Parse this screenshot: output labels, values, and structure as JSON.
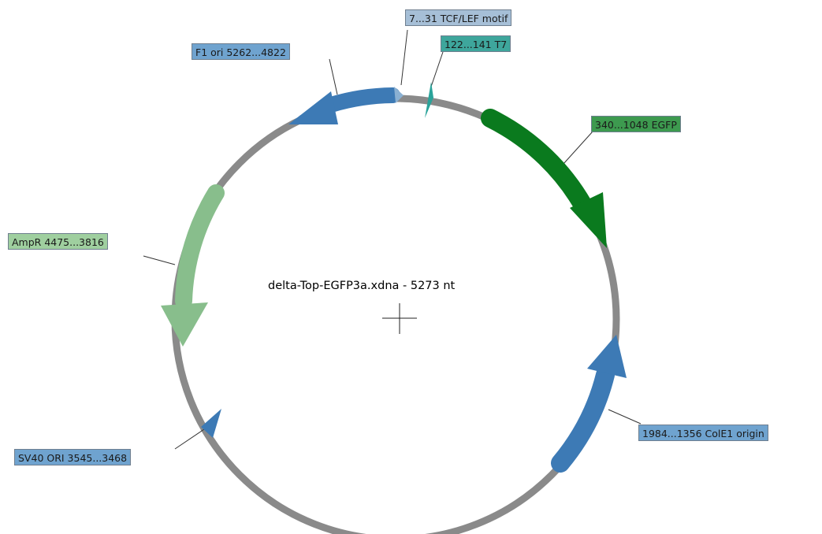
{
  "title": "delta-Top-EGFP3a.xdna - 5273 nt",
  "colors": {
    "backbone": "#8a8a8a",
    "egfp": "#0a7a1e",
    "colE1": "#3d7ab5",
    "ampR": "#88be8c",
    "f1ori": "#3d7ab5",
    "sv40": "#3d7ab5",
    "tcf": "#8ab0d2",
    "t7": "#2aa39a"
  },
  "features": [
    {
      "id": "tcf",
      "label": "7...31  TCF/LEF motif",
      "color_key": "tcf",
      "label_bg": "#a6bfd7"
    },
    {
      "id": "t7",
      "label": "122...141  T7",
      "color_key": "t7",
      "label_bg": "#3ea69c"
    },
    {
      "id": "f1ori",
      "label": "F1 ori  5262...4822",
      "color_key": "f1ori",
      "label_bg": "#6fa3cf"
    },
    {
      "id": "egfp",
      "label": "340...1048  EGFP",
      "color_key": "egfp",
      "label_bg": "#3d9a4f"
    },
    {
      "id": "ampR",
      "label": "AmpR  4475...3816",
      "color_key": "ampR",
      "label_bg": "#9fcf9f"
    },
    {
      "id": "colE1",
      "label": "1984...1356  ColE1 origin",
      "color_key": "colE1",
      "label_bg": "#6fa3cf"
    },
    {
      "id": "sv40",
      "label": "SV40 ORI  3545...3468",
      "color_key": "sv40",
      "label_bg": "#6fa3cf"
    }
  ]
}
